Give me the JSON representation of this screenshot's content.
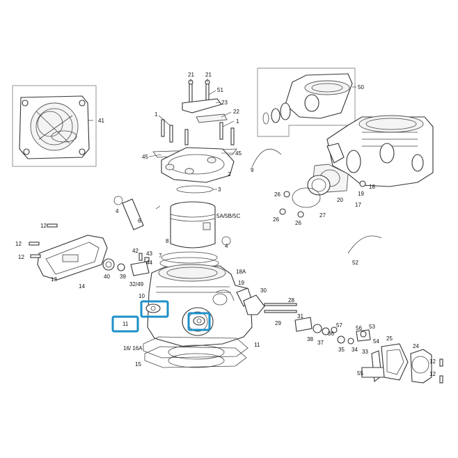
{
  "callouts": [
    {
      "id": "c21a",
      "text": "21"
    },
    {
      "id": "c21b",
      "text": "21"
    },
    {
      "id": "c51",
      "text": "51"
    },
    {
      "id": "c23",
      "text": "23"
    },
    {
      "id": "c22",
      "text": "22"
    },
    {
      "id": "c1a",
      "text": "1"
    },
    {
      "id": "c1b",
      "text": "1"
    },
    {
      "id": "c45a",
      "text": "45"
    },
    {
      "id": "c45b",
      "text": "45"
    },
    {
      "id": "c2",
      "text": "2"
    },
    {
      "id": "c3",
      "text": "3"
    },
    {
      "id": "c41",
      "text": "41"
    },
    {
      "id": "c50",
      "text": "50"
    },
    {
      "id": "c9",
      "text": "9"
    },
    {
      "id": "c18",
      "text": "18"
    },
    {
      "id": "c19",
      "text": "19"
    },
    {
      "id": "c17",
      "text": "17"
    },
    {
      "id": "c20",
      "text": "20"
    },
    {
      "id": "c26a",
      "text": "26"
    },
    {
      "id": "c26b",
      "text": "26"
    },
    {
      "id": "c26c",
      "text": "26"
    },
    {
      "id": "c27",
      "text": "27"
    },
    {
      "id": "c4a",
      "text": "4"
    },
    {
      "id": "c6",
      "text": "6"
    },
    {
      "id": "c5",
      "text": "5A/5B/5C"
    },
    {
      "id": "c4b",
      "text": "4"
    },
    {
      "id": "c8",
      "text": "8"
    },
    {
      "id": "c7",
      "text": "7"
    },
    {
      "id": "c52",
      "text": "52"
    },
    {
      "id": "c12a",
      "text": "12"
    },
    {
      "id": "c12b",
      "text": "12"
    },
    {
      "id": "c12c",
      "text": "12"
    },
    {
      "id": "c13",
      "text": "13"
    },
    {
      "id": "c14",
      "text": "14"
    },
    {
      "id": "c40",
      "text": "40"
    },
    {
      "id": "c39",
      "text": "39"
    },
    {
      "id": "c42",
      "text": "42"
    },
    {
      "id": "c43",
      "text": "43"
    },
    {
      "id": "c44",
      "text": "44"
    },
    {
      "id": "c3249",
      "text": "32/49"
    },
    {
      "id": "c18a",
      "text": "18A"
    },
    {
      "id": "c19b",
      "text": "19"
    },
    {
      "id": "c10",
      "text": "10"
    },
    {
      "id": "c11a",
      "text": "11"
    },
    {
      "id": "c11b",
      "text": "11"
    },
    {
      "id": "c30",
      "text": "30"
    },
    {
      "id": "c28",
      "text": "28"
    },
    {
      "id": "c29",
      "text": "29"
    },
    {
      "id": "c31",
      "text": "31"
    },
    {
      "id": "c57",
      "text": "57"
    },
    {
      "id": "c56",
      "text": "56"
    },
    {
      "id": "c53",
      "text": "53"
    },
    {
      "id": "c54",
      "text": "54"
    },
    {
      "id": "c36",
      "text": "36"
    },
    {
      "id": "c37",
      "text": "37"
    },
    {
      "id": "c38",
      "text": "38"
    },
    {
      "id": "c35",
      "text": "35"
    },
    {
      "id": "c34",
      "text": "34"
    },
    {
      "id": "c33",
      "text": "33"
    },
    {
      "id": "c25",
      "text": "25"
    },
    {
      "id": "c24",
      "text": "24"
    },
    {
      "id": "c12d",
      "text": "12"
    },
    {
      "id": "c12e",
      "text": "12"
    },
    {
      "id": "c55",
      "text": "55"
    },
    {
      "id": "c1616a",
      "text": "16/ 16A"
    },
    {
      "id": "c15",
      "text": "15"
    }
  ]
}
